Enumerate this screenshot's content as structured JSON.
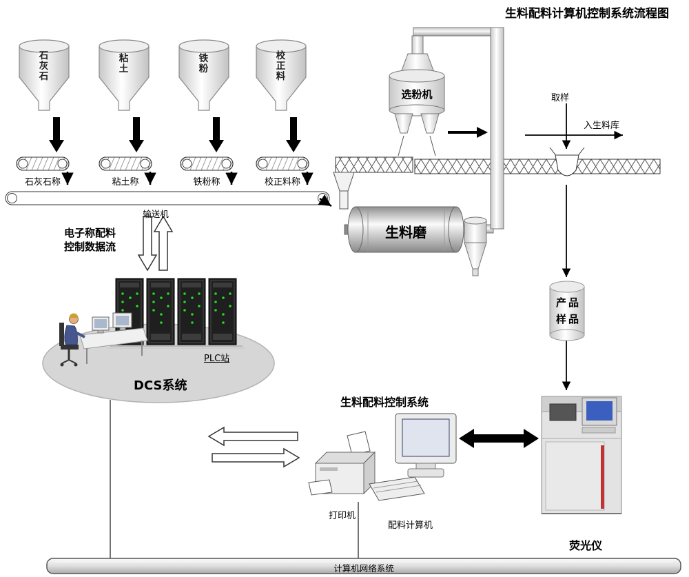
{
  "title": "生料配料计算机控制系统流程图",
  "hoppers": [
    {
      "label": "石灰石",
      "scale_label": "石灰石称"
    },
    {
      "label": "粘土",
      "scale_label": "粘土称"
    },
    {
      "label": "铁粉",
      "scale_label": "铁粉称"
    },
    {
      "label": "校正料",
      "scale_label": "校正料称"
    }
  ],
  "belt": {
    "label": "输送机"
  },
  "dataflow": {
    "line1": "电子称配料",
    "line2": "控制数据流"
  },
  "dcs": {
    "plc_label": "PLC站",
    "label": "DCS系统"
  },
  "process": {
    "separator": "选粉机",
    "mill": "生料磨",
    "sampling": "取样",
    "to_silo": "入生料库",
    "sample_line1": "产品",
    "sample_line2": "样品"
  },
  "control": {
    "system_label": "生料配料控制系统",
    "printer": "打印机",
    "computer": "配料计算机",
    "analyzer": "荧光仪"
  },
  "network": {
    "label": "计算机网络系统"
  },
  "colors": {
    "led_green": "#22dd22",
    "door_stripe_red": "#c23333",
    "ellipse_gray": "#d6d6d6"
  }
}
